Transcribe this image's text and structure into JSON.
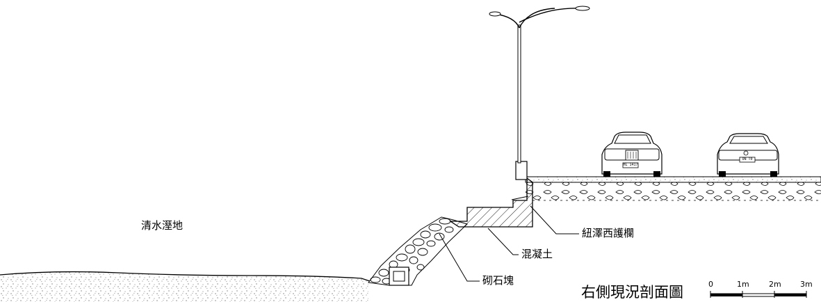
{
  "labels": {
    "wetland": "清水溼地",
    "railing": "紐澤西護欄",
    "concrete": "混凝土",
    "rubble": "砌石塊"
  },
  "title": "右側現況剖面圖",
  "scale_bar": {
    "ticks": [
      "0",
      "1m",
      "2m",
      "3m"
    ]
  },
  "license_plates": [
    "HL 1417",
    "ON T0"
  ]
}
